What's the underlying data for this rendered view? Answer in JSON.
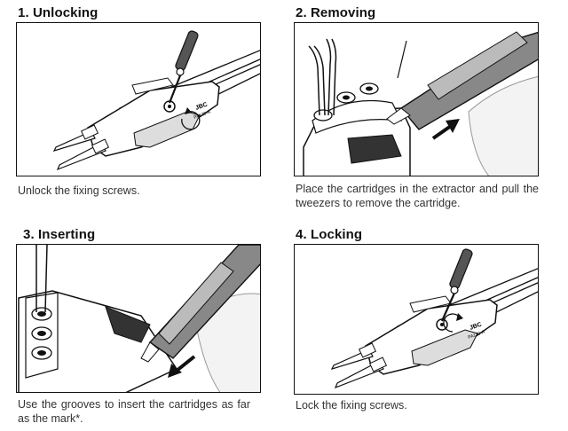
{
  "steps": [
    {
      "title": "1. Unlocking",
      "caption": "Unlock the fixing screws.",
      "brand_mark": "JBC",
      "model_mark": "PA120-A"
    },
    {
      "title": "2. Removing",
      "caption": "Place the cartridges in the extractor and pull the tweezers to remove the cartridge."
    },
    {
      "title": "3. Inserting",
      "caption": "Use the grooves to insert the cartridges as far as the mark*."
    },
    {
      "title": "4. Locking",
      "caption": "Lock the fixing screws.",
      "brand_mark": "JBC",
      "model_mark": "PA120-A"
    }
  ]
}
